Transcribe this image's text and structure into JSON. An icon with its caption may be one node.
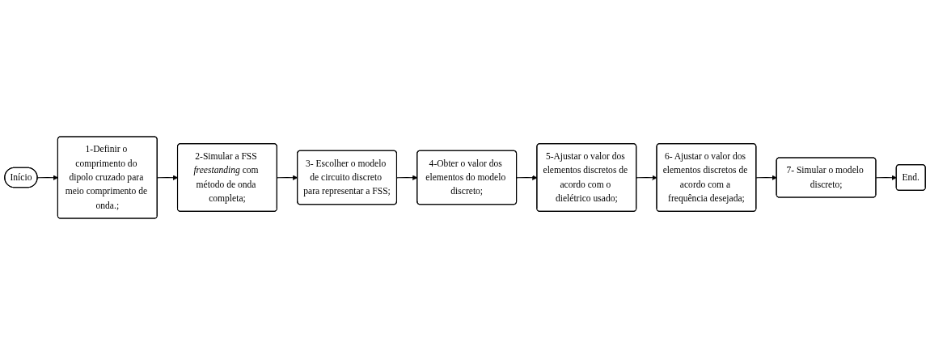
{
  "diagram": {
    "nodes": [
      {
        "text": [
          "Início"
        ]
      },
      {
        "text": [
          "1-Definir o comprimento do dipolo cruzado para meio comprimento de onda.;"
        ]
      },
      {
        "text": [
          "2-Simular a FSS *freestanding* com método de onda completa;"
        ]
      },
      {
        "text": [
          "3- Escolher o modelo de circuito discreto para representar a FSS;"
        ]
      },
      {
        "text": [
          "4-Obter o valor dos elementos do modelo discreto;"
        ]
      },
      {
        "text": [
          "5-Ajustar o valor dos elementos discretos de acordo com o dielétrico usado;"
        ]
      },
      {
        "text": [
          "6- Ajustar o valor dos elementos discretos de acordo com a frequência desejada;"
        ]
      },
      {
        "text": [
          "7- Simular o modelo discreto;"
        ]
      },
      {
        "text": [
          "End."
        ]
      }
    ],
    "edges": [
      {
        "from": 0,
        "to": 1,
        "arrow": "to"
      },
      {
        "from": 1,
        "to": 2,
        "arrow": "to"
      },
      {
        "from": 2,
        "to": 3,
        "arrow": "to"
      },
      {
        "from": 3,
        "to": 4,
        "arrow": "to"
      },
      {
        "from": 4,
        "to": 5,
        "arrow": "to"
      },
      {
        "from": 5,
        "to": 6,
        "arrow": "to"
      },
      {
        "from": 6,
        "to": 7,
        "arrow": "to"
      },
      {
        "from": 7,
        "to": 8,
        "arrow": "to"
      }
    ]
  }
}
